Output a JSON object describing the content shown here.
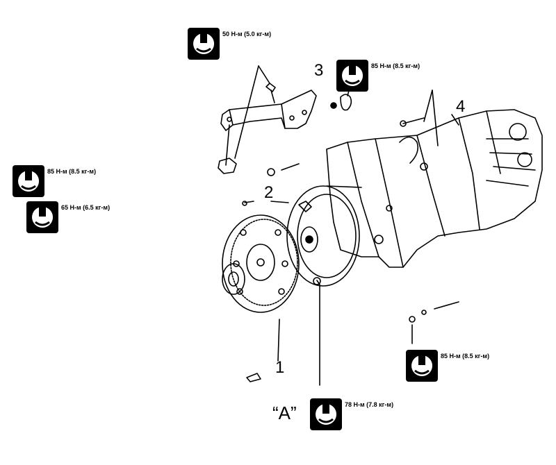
{
  "torque_specs": [
    {
      "id": "t1",
      "value": "50 Н-м (5.0 кг-м)",
      "icon": "wrench-icon"
    },
    {
      "id": "t2",
      "value": "85 Н-м (8.5 кг-м)",
      "icon": "wrench-icon"
    },
    {
      "id": "t3",
      "value": "85 Н-м (8.5 кг-м)",
      "icon": "wrench-icon"
    },
    {
      "id": "t4",
      "value": "65 Н-м (6.5 кг-м)",
      "icon": "wrench-icon"
    },
    {
      "id": "t5",
      "value": "85 Н-м (8.5 кг-м)",
      "icon": "wrench-icon"
    },
    {
      "id": "t6",
      "value": "78 Н-м (7.8 кг-м)",
      "icon": "wrench-icon"
    }
  ],
  "callouts": {
    "c1": "1",
    "c2": "2",
    "c3": "3",
    "c4": "4"
  },
  "view_label": "“A”"
}
